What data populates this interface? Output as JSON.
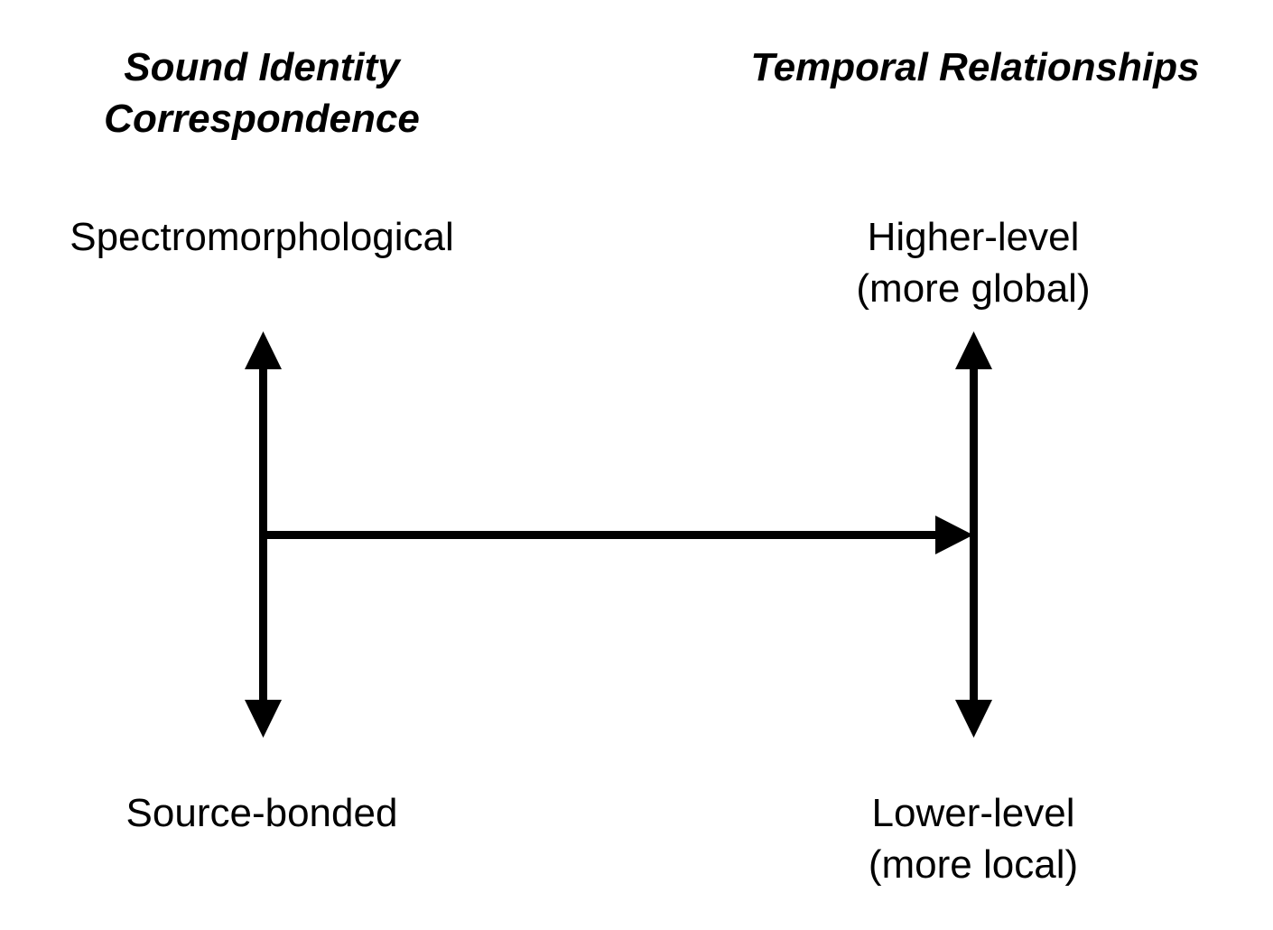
{
  "left_axis": {
    "heading_lines": [
      "Sound Identity",
      "Correspondence"
    ],
    "top_label": "Spectromorphological",
    "bottom_label": "Source-bonded"
  },
  "right_axis": {
    "heading_lines": [
      "Temporal Relationships"
    ],
    "top_label_lines": [
      "Higher-level",
      "(more global)"
    ],
    "bottom_label_lines": [
      "Lower-level",
      "(more local)"
    ]
  },
  "colors": {
    "ink": "#000000",
    "background": "#ffffff"
  }
}
